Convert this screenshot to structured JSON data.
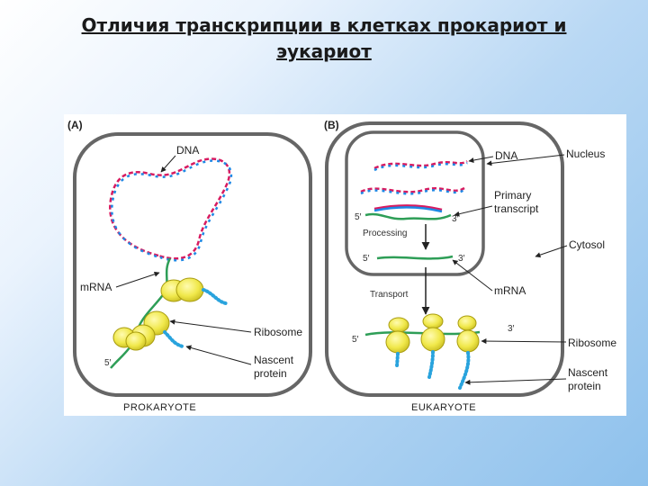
{
  "slide": {
    "title_line1": "Отличия транскрипции в клетках прокариот и",
    "title_line2": "эукариот"
  },
  "panel_a": {
    "tag": "(A)",
    "caption": "PROKARYOTE",
    "labels": {
      "dna": "DNA",
      "mrna": "mRNA",
      "ribosome": "Ribosome",
      "nascent_line1": "Nascent",
      "nascent_line2": "protein",
      "five_prime": "5′"
    }
  },
  "panel_b": {
    "tag": "(B)",
    "caption": "EUKARYOTE",
    "labels": {
      "dna": "DNA",
      "nucleus": "Nucleus",
      "primary_line1": "Primary",
      "primary_line2": "transcript",
      "cytosol": "Cytosol",
      "processing": "Processing",
      "transport": "Transport",
      "mrna": "mRNA",
      "ribosome": "Ribosome",
      "nascent_line1": "Nascent",
      "nascent_line2": "protein",
      "five_prime_1": "5′",
      "three_prime_1": "3′",
      "five_prime_2": "5′",
      "three_prime_2": "3′",
      "five_prime_3": "5′",
      "three_prime_3": "3′"
    }
  },
  "colors": {
    "dna_strand_1": "#d81b60",
    "dna_strand_2": "#1e88e5",
    "mrna": "#2e9e57",
    "ribosome": "#f0e84a",
    "protein": "#29a3dd",
    "cell_outline": "#666666"
  }
}
